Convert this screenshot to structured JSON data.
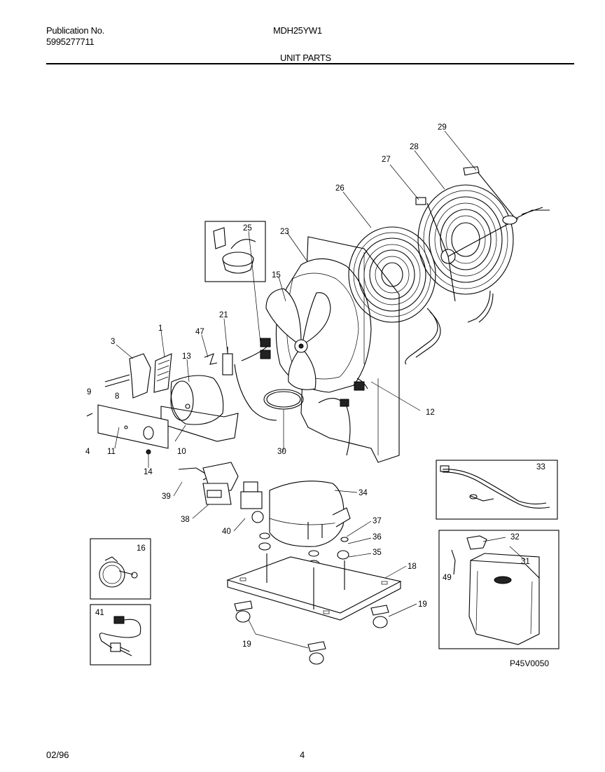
{
  "header": {
    "publication_label": "Publication No.",
    "publication_number": "5995277711",
    "model": "MDH25YW1",
    "section_title": "UNIT PARTS"
  },
  "figure_code": "P45V0050",
  "footer": {
    "date": "02/96",
    "page": "4"
  },
  "callouts": [
    "1",
    "3",
    "4",
    "8",
    "9",
    "10",
    "11",
    "12",
    "13",
    "14",
    "15",
    "16",
    "18",
    "19",
    "19",
    "21",
    "23",
    "25",
    "26",
    "27",
    "28",
    "29",
    "30",
    "31",
    "32",
    "33",
    "34",
    "35",
    "36",
    "37",
    "38",
    "39",
    "40",
    "41",
    "47",
    "49"
  ]
}
